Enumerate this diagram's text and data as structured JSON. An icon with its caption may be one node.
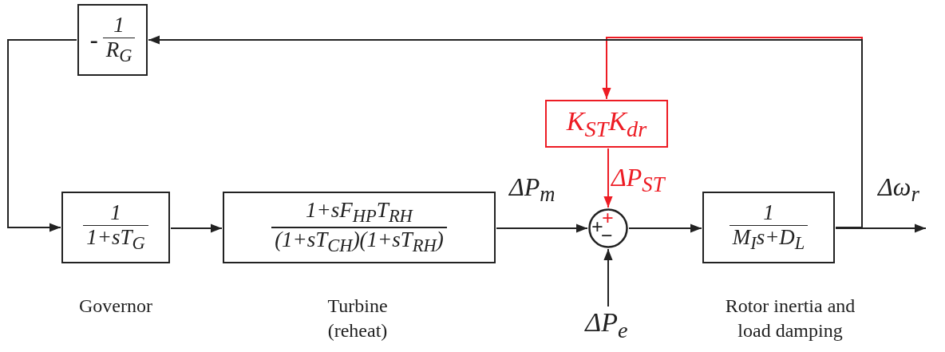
{
  "diagram": {
    "nodes": [
      {
        "text": [
          "-",
          "1",
          "R$_{G}$"
        ]
      },
      {
        "text": [
          "1",
          "1+sT$_{G}$"
        ],
        "beside": [
          "Governor"
        ]
      },
      {
        "text": [
          "1+sF$_{HP}$T$_{RH}$",
          "(1+sT$_{CH}$)(1+sT$_{RH}$)"
        ],
        "beside": [
          "Turbine (reheat)"
        ]
      },
      {
        "text": [
          "+",
          "+",
          "−"
        ]
      },
      {
        "text": [
          "1",
          "M$_{I}$s+D$_{L}$"
        ],
        "beside": [
          "Rotor inertia and load damping"
        ]
      },
      {
        "text": [
          "K$_{ST}$K$_{dr}$"
        ]
      },
      {
        "text": [
          "ΔP$_{e}$"
        ]
      }
    ],
    "edges": [
      {
        "from": 4,
        "to": null,
        "arrow": "to",
        "label": "Δω$_{r}$"
      },
      {
        "from": 4,
        "to": 0,
        "arrow": "to"
      },
      {
        "from": 4,
        "to": 5,
        "arrow": "to",
        "color": "#ed1c24"
      },
      {
        "from": 0,
        "to": 1,
        "arrow": "to"
      },
      {
        "from": 1,
        "to": 2,
        "arrow": "to"
      },
      {
        "from": 2,
        "to": 3,
        "arrow": "to",
        "label": "ΔP$_{m}$"
      },
      {
        "from": 5,
        "to": 3,
        "arrow": "to",
        "label": "ΔP$_{ST}$",
        "color": "#ed1c24"
      },
      {
        "from": 6,
        "to": 3,
        "arrow": "to"
      },
      {
        "from": 3,
        "to": 4,
        "arrow": "to"
      }
    ]
  }
}
